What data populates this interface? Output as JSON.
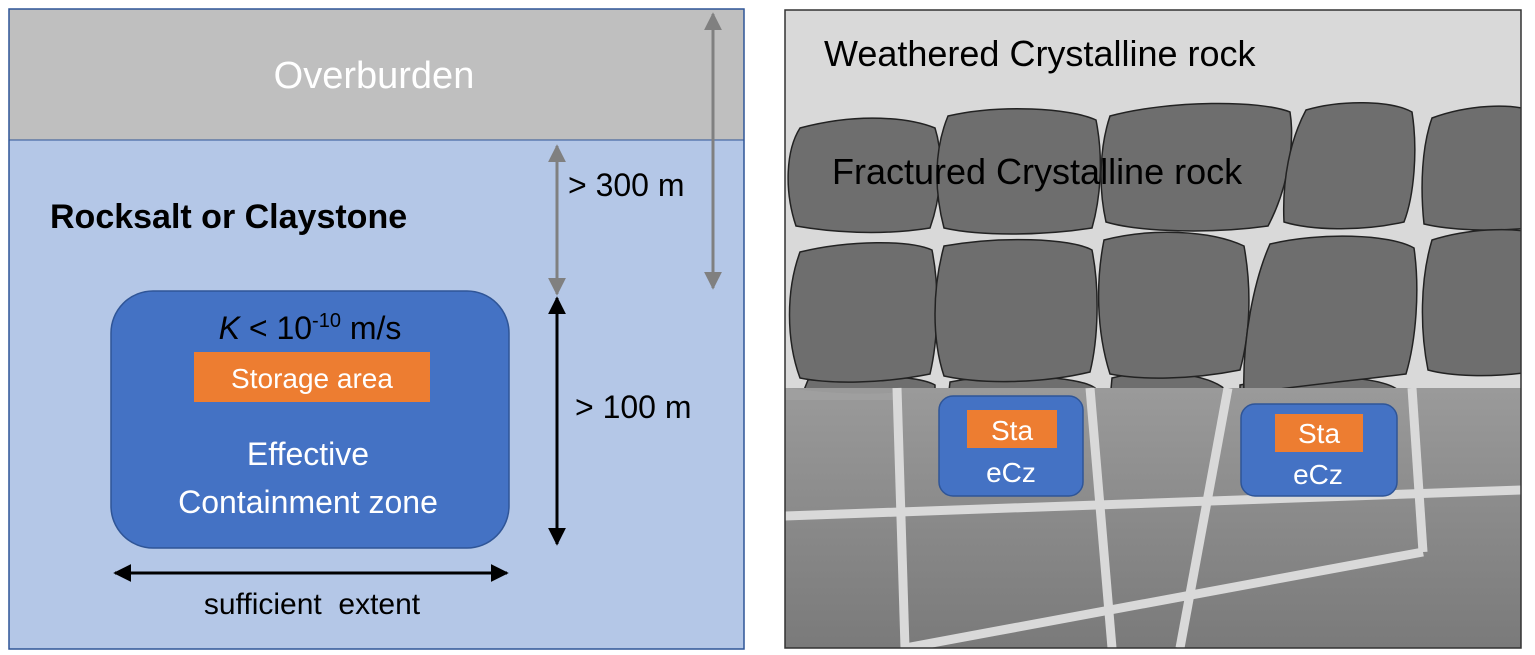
{
  "left_panel": {
    "overburden_label": "Overburden",
    "host_rock_label": "Rocksalt or Claystone",
    "depth_label": "> 300 m",
    "thickness_label": "> 100 m",
    "ecz": {
      "k_symbol": "K",
      "k_relation": " < 10",
      "k_exponent": "-10",
      "k_unit": " m/s",
      "storage_label": "Storage area",
      "zone_line1": "Effective",
      "zone_line2": "Containment zone"
    },
    "extent_label": "sufficient  extent"
  },
  "right_panel": {
    "weathered_label": "Weathered Crystalline rock",
    "fractured_label": "Fractured Crystalline rock",
    "zones": [
      {
        "storage_label": "Sta",
        "zone_label": "eCz"
      },
      {
        "storage_label": "Sta",
        "zone_label": "eCz"
      }
    ]
  },
  "colors": {
    "overburden": "#bfbfbf",
    "host_rock": "#b4c7e7",
    "ecz_fill": "#4472c4",
    "storage": "#ed7d31",
    "weathered": "#d9d9d9",
    "block": "#6e6e6e",
    "deep_rock": "#8a8a8a",
    "fracture": "#d9d9d9",
    "panel_border": "#2f5597"
  }
}
